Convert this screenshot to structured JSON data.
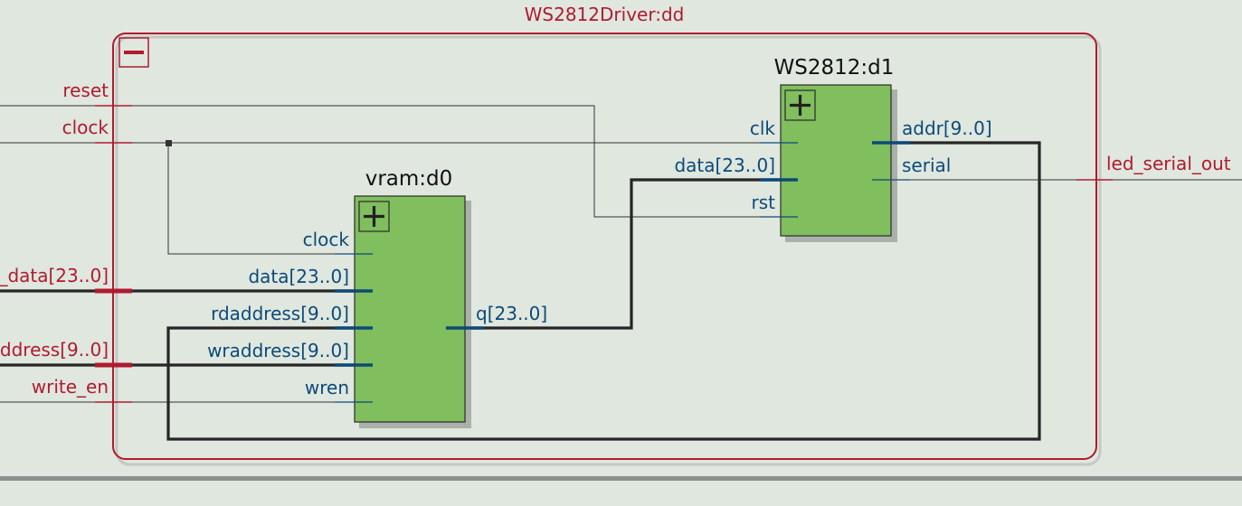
{
  "diagram": {
    "outer": {
      "title": "WS2812Driver:dd",
      "collapse_glyph": "−",
      "inputs": {
        "reset": "reset",
        "clock": "clock",
        "data": "_data[23..0]",
        "address": "ddress[9..0]",
        "write_en": "write_en"
      },
      "outputs": {
        "led_serial_out": "led_serial_out"
      }
    },
    "vram": {
      "title": "vram:d0",
      "expand_glyph": "+",
      "ports": {
        "clock": "clock",
        "data": "data[23..0]",
        "rdaddress": "rdaddress[9..0]",
        "wraddress": "wraddress[9..0]",
        "wren": "wren",
        "q": "q[23..0]"
      }
    },
    "ws2812": {
      "title": "WS2812:d1",
      "expand_glyph": "+",
      "ports": {
        "clk": "clk",
        "data": "data[23..0]",
        "rst": "rst",
        "addr": "addr[9..0]",
        "serial": "serial"
      }
    }
  }
}
